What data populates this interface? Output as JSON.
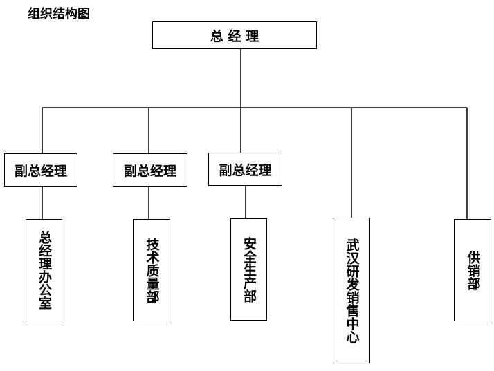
{
  "title": "组织结构图",
  "root": {
    "label": "总 经 理"
  },
  "deputies": [
    {
      "label": "副总经理"
    },
    {
      "label": "副总经理"
    },
    {
      "label": "副总经理"
    }
  ],
  "departments": [
    {
      "label": "总经理办公室"
    },
    {
      "label": "技术质量部"
    },
    {
      "label": "安全生产部"
    },
    {
      "label": "武汉研发销售中心"
    },
    {
      "label": "供销部"
    }
  ]
}
